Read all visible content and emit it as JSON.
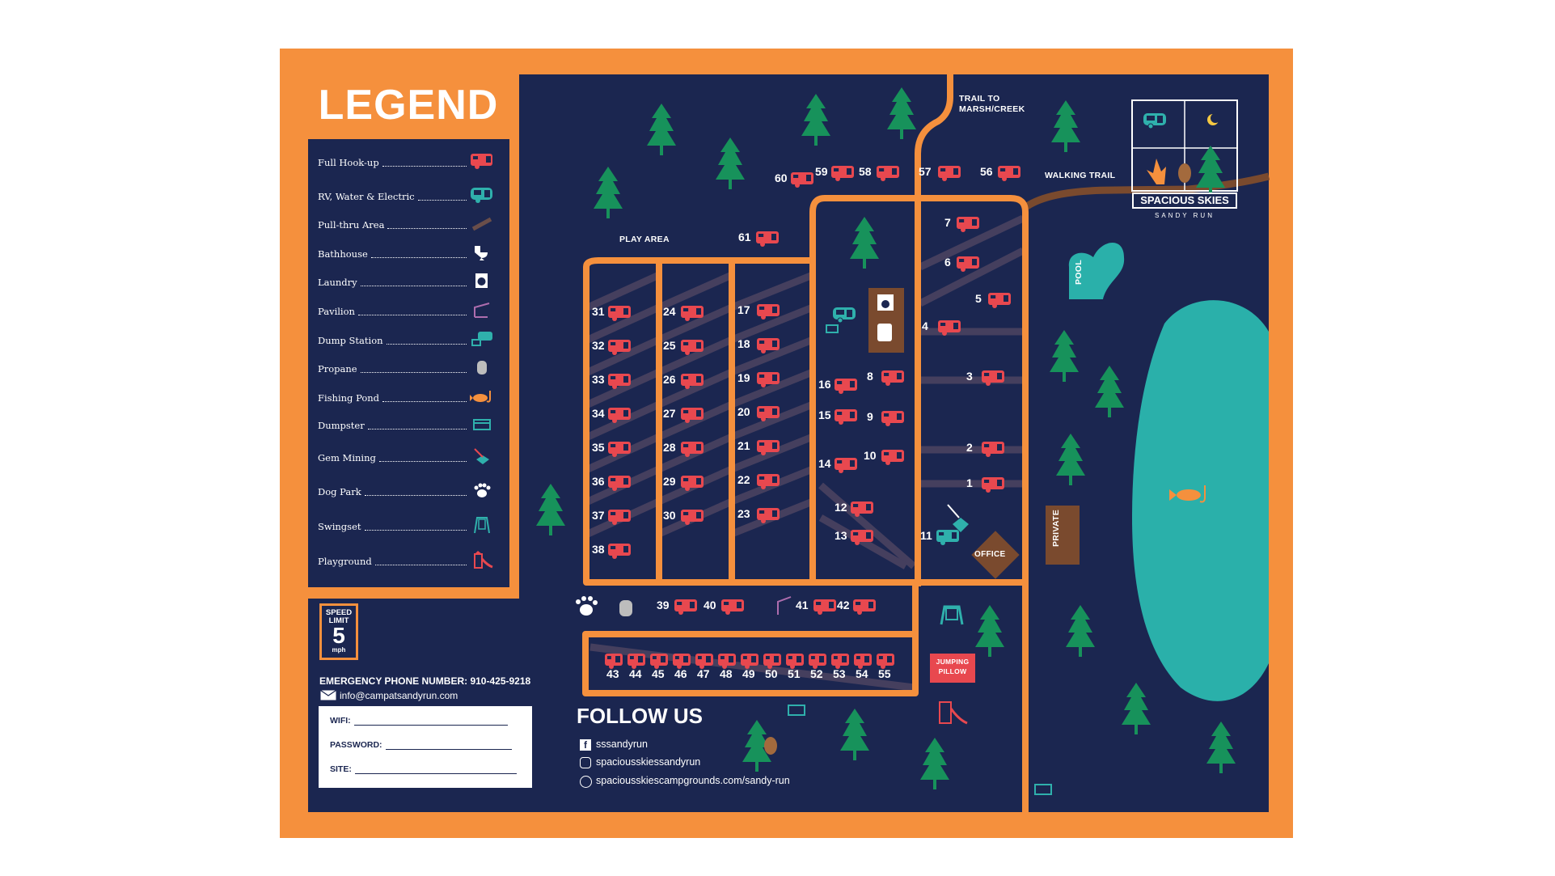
{
  "colors": {
    "orange": "#f5903d",
    "navy": "#1b2650",
    "full_hookup_red": "#e8484f",
    "water_electric_teal": "#2fb0ac",
    "tree_green": "#17925b",
    "brown": "#7a4a2e",
    "pond_teal": "#2ab0aa",
    "white": "#ffffff"
  },
  "legend": {
    "title": "LEGEND",
    "items": [
      {
        "label": "Full Hook-up",
        "icon": "rv-red-icon"
      },
      {
        "label": "RV, Water & Electric",
        "icon": "rv-teal-icon"
      },
      {
        "label": "Pull-thru Area",
        "icon": "pull-thru-stripe-icon"
      },
      {
        "label": "Bathhouse",
        "icon": "toilet-icon"
      },
      {
        "label": "Laundry",
        "icon": "washer-icon"
      },
      {
        "label": "Pavilion",
        "icon": "pavilion-icon"
      },
      {
        "label": "Dump Station",
        "icon": "dump-station-icon"
      },
      {
        "label": "Propane",
        "icon": "propane-tank-icon"
      },
      {
        "label": "Fishing Pond",
        "icon": "fish-hook-icon"
      },
      {
        "label": "Dumpster",
        "icon": "dumpster-icon"
      },
      {
        "label": "Gem Mining",
        "icon": "gem-pickaxe-icon"
      },
      {
        "label": "Dog Park",
        "icon": "paw-icon"
      },
      {
        "label": "Swingset",
        "icon": "swingset-icon"
      },
      {
        "label": "Playground",
        "icon": "playground-slide-icon"
      }
    ]
  },
  "speed_limit": {
    "line1": "SPEED",
    "line2": "LIMIT",
    "value": "5",
    "unit": "mph"
  },
  "contact": {
    "emergency": "EMERGENCY PHONE NUMBER: 910-425-9218",
    "email": "info@campatsandyrun.com"
  },
  "form": {
    "wifi": "WIFI:",
    "password": "PASSWORD:",
    "site": "SITE:"
  },
  "follow": {
    "title": "FOLLOW US",
    "facebook": "sssandyrun",
    "instagram": "spaciousskiessandyrun",
    "website": "spaciousskiescampgrounds.com/sandy-run"
  },
  "map_labels": {
    "trail_line1": "TRAIL TO",
    "trail_line2": "MARSH/CREEK",
    "walking_trail": "WALKING TRAIL",
    "play_area": "PLAY AREA",
    "pool": "POOL",
    "private": "PRIVATE",
    "office": "OFFICE",
    "jumping_pillow_1": "JUMPING",
    "jumping_pillow_2": "PILLOW"
  },
  "brand": {
    "name": "SPACIOUS SKIES",
    "sub": "SANDY RUN"
  },
  "sites": {
    "s1": "1",
    "s2": "2",
    "s3": "3",
    "s4": "4",
    "s5": "5",
    "s6": "6",
    "s7": "7",
    "s8": "8",
    "s9": "9",
    "s10": "10",
    "s11": "11",
    "s12": "12",
    "s13": "13",
    "s14": "14",
    "s15": "15",
    "s16": "16",
    "s17": "17",
    "s18": "18",
    "s19": "19",
    "s20": "20",
    "s21": "21",
    "s22": "22",
    "s23": "23",
    "s24": "24",
    "s25": "25",
    "s26": "26",
    "s27": "27",
    "s28": "28",
    "s29": "29",
    "s30": "30",
    "s31": "31",
    "s32": "32",
    "s33": "33",
    "s34": "34",
    "s35": "35",
    "s36": "36",
    "s37": "37",
    "s38": "38",
    "s39": "39",
    "s40": "40",
    "s41": "41",
    "s42": "42",
    "s43": "43",
    "s44": "44",
    "s45": "45",
    "s46": "46",
    "s47": "47",
    "s48": "48",
    "s49": "49",
    "s50": "50",
    "s51": "51",
    "s52": "52",
    "s53": "53",
    "s54": "54",
    "s55": "55",
    "s56": "56",
    "s57": "57",
    "s58": "58",
    "s59": "59",
    "s60": "60",
    "s61": "61"
  }
}
